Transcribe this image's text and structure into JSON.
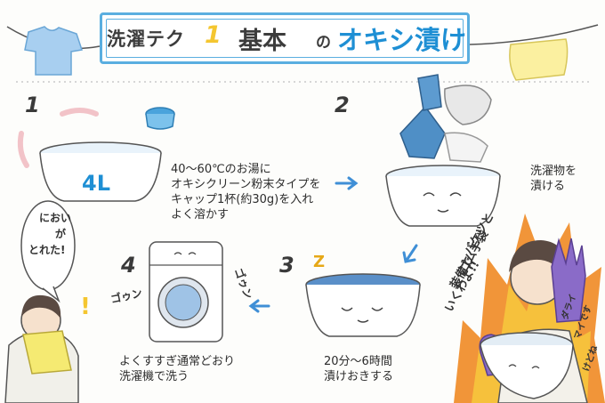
{
  "title": {
    "prefix": "洗濯テク",
    "number": "1",
    "main": "基本",
    "particle": "の",
    "accent": "オキシ漬け"
  },
  "steps": [
    {
      "number": "1",
      "label": "4L",
      "caption": "40〜60℃のお湯に\nオキシクリーン粉末タイプを\nキャップ1杯(約30g)を入れ\nよく溶かす"
    },
    {
      "number": "2",
      "caption": "洗濯物を\n漬ける"
    },
    {
      "number": "3",
      "caption": "20分〜6時間\n漬けおきする",
      "sleep_mark": "Z"
    },
    {
      "number": "4",
      "caption": "よくすすぎ通常どおり\n洗濯機で洗う",
      "sound_left": "ゴゥン",
      "sound_right": "ゴゥン"
    }
  ],
  "speech_left": {
    "line1": "におい",
    "line2": "が",
    "line3": "とれた!"
  },
  "exclaim": "!",
  "warning": {
    "line1": "バケツと",
    "line2": "ゴム手袋",
    "line3": "装備で",
    "line4": "いくわよ!!"
  },
  "note_right": {
    "line1": "ダライ",
    "line2": "マイです",
    "line3": "けどね"
  },
  "colors": {
    "accent_blue": "#1e8fd4",
    "frame_blue": "#5aaee0",
    "number_yellow": "#f4c630",
    "flame_orange": "#f08a24",
    "glove_purple": "#8a6bc8"
  }
}
